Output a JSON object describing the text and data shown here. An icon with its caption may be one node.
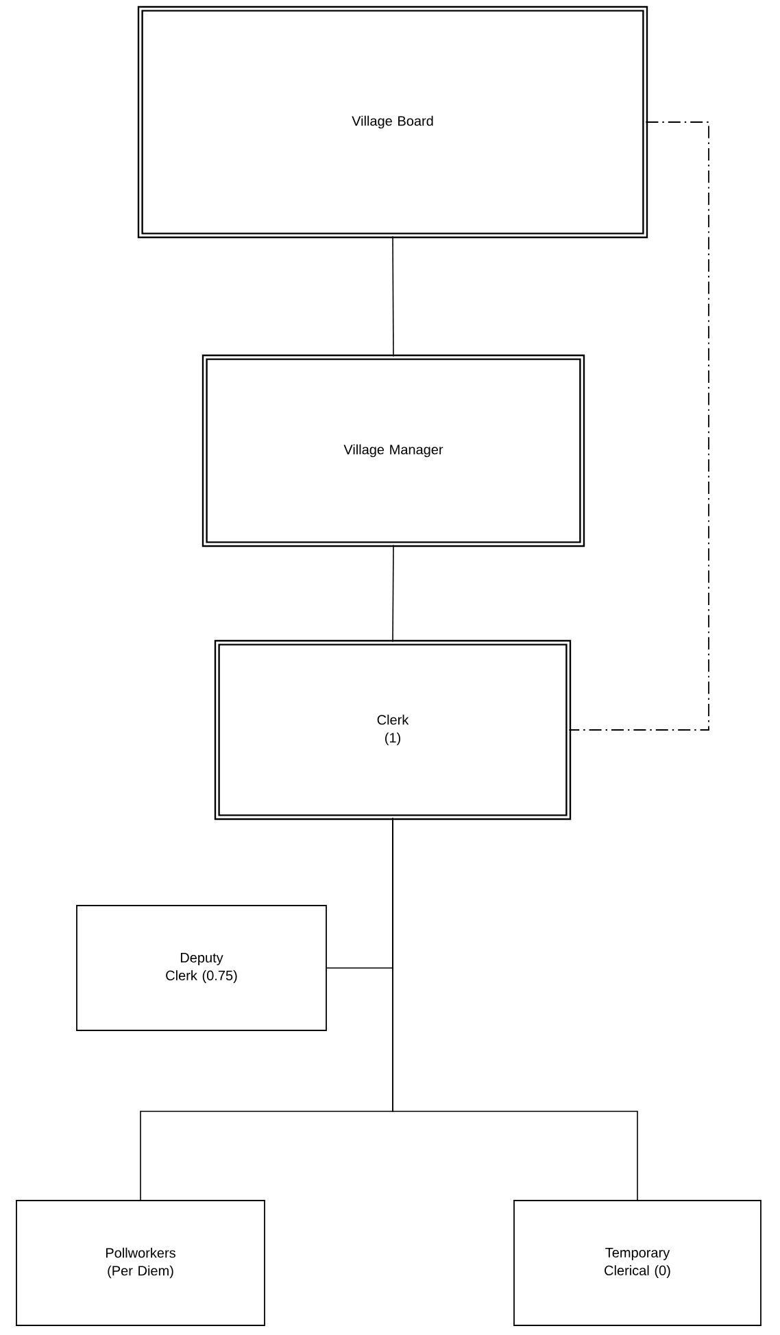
{
  "diagram": {
    "nodes": [
      {
        "text": [
          "Village Board"
        ]
      },
      {
        "text": [
          "Village Manager"
        ]
      },
      {
        "text": [
          "Clerk (1)"
        ]
      },
      {
        "text": [
          "Deputy Clerk (0.75)"
        ]
      },
      {
        "text": [
          "Pollworkers (Per Diem)"
        ]
      },
      {
        "text": [
          "Temporary Clerical (0)"
        ]
      }
    ],
    "edges": [
      {
        "from": 0,
        "to": 1,
        "arrow": "none"
      },
      {
        "from": 1,
        "to": 2,
        "arrow": "none"
      },
      {
        "from": 0,
        "to": 2,
        "arrow": "none",
        "style": "dashed"
      },
      {
        "from": 2,
        "to": 3,
        "arrow": "none"
      },
      {
        "from": 2,
        "to": 4,
        "arrow": "none"
      },
      {
        "from": 2,
        "to": 5,
        "arrow": "none"
      }
    ]
  }
}
